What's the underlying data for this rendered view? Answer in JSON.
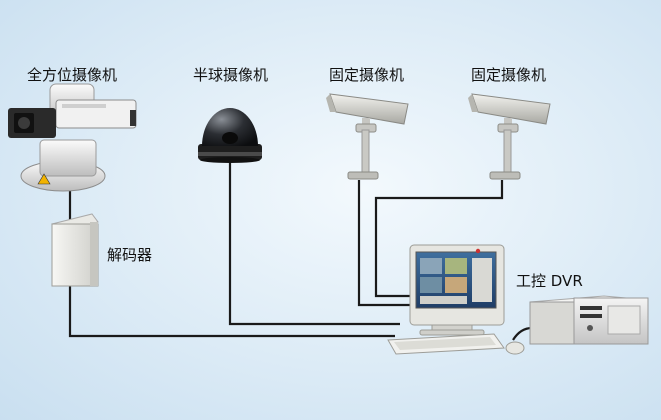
{
  "labels": {
    "ptz_camera": "全方位摄像机",
    "dome_camera": "半球摄像机",
    "fixed_camera_1": "固定摄像机",
    "fixed_camera_2": "固定摄像机",
    "decoder": "解码器",
    "dvr": "工控 DVR"
  },
  "colors": {
    "cable": "#1a1a1a",
    "background": "#dcebf6",
    "monitor_shell": "#e6e6e1",
    "dvr_case": "#e3e3e3"
  }
}
